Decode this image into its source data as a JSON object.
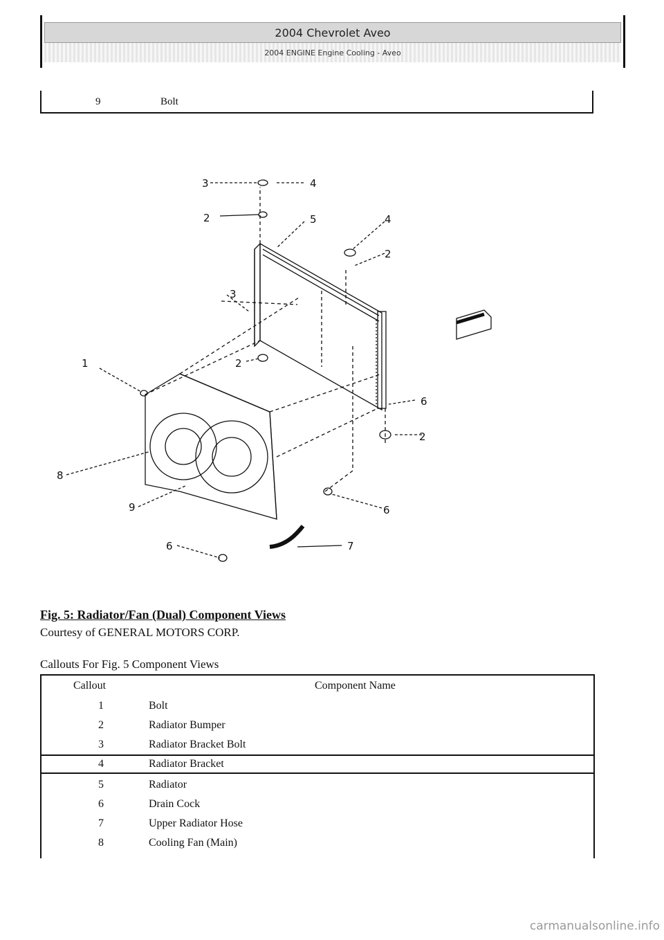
{
  "header": {
    "title": "2004 Chevrolet Aveo",
    "subtitle": "2004 ENGINE Engine Cooling - Aveo"
  },
  "top_fragment": {
    "callout": "9",
    "name": "Bolt"
  },
  "figure": {
    "callout_labels": [
      "1",
      "2",
      "2",
      "2",
      "2",
      "3",
      "3",
      "4",
      "4",
      "5",
      "6",
      "6",
      "6",
      "7",
      "8",
      "9"
    ]
  },
  "caption": "Fig. 5: Radiator/Fan (Dual) Component Views",
  "courtesy": "Courtesy of GENERAL MOTORS CORP.",
  "callout_title": "Callouts For Fig. 5 Component Views",
  "table": {
    "headers": {
      "callout": "Callout",
      "name": "Component Name"
    },
    "rows": [
      {
        "n": "1",
        "t": "Bolt"
      },
      {
        "n": "2",
        "t": "Radiator Bumper"
      },
      {
        "n": "3",
        "t": "Radiator Bracket Bolt"
      },
      {
        "n": "4",
        "t": "Radiator Bracket"
      },
      {
        "n": "5",
        "t": "Radiator"
      },
      {
        "n": "6",
        "t": "Drain Cock"
      },
      {
        "n": "7",
        "t": "Upper Radiator Hose"
      },
      {
        "n": "8",
        "t": "Cooling Fan (Main)"
      }
    ]
  },
  "watermark": "carmanualsonline.info"
}
